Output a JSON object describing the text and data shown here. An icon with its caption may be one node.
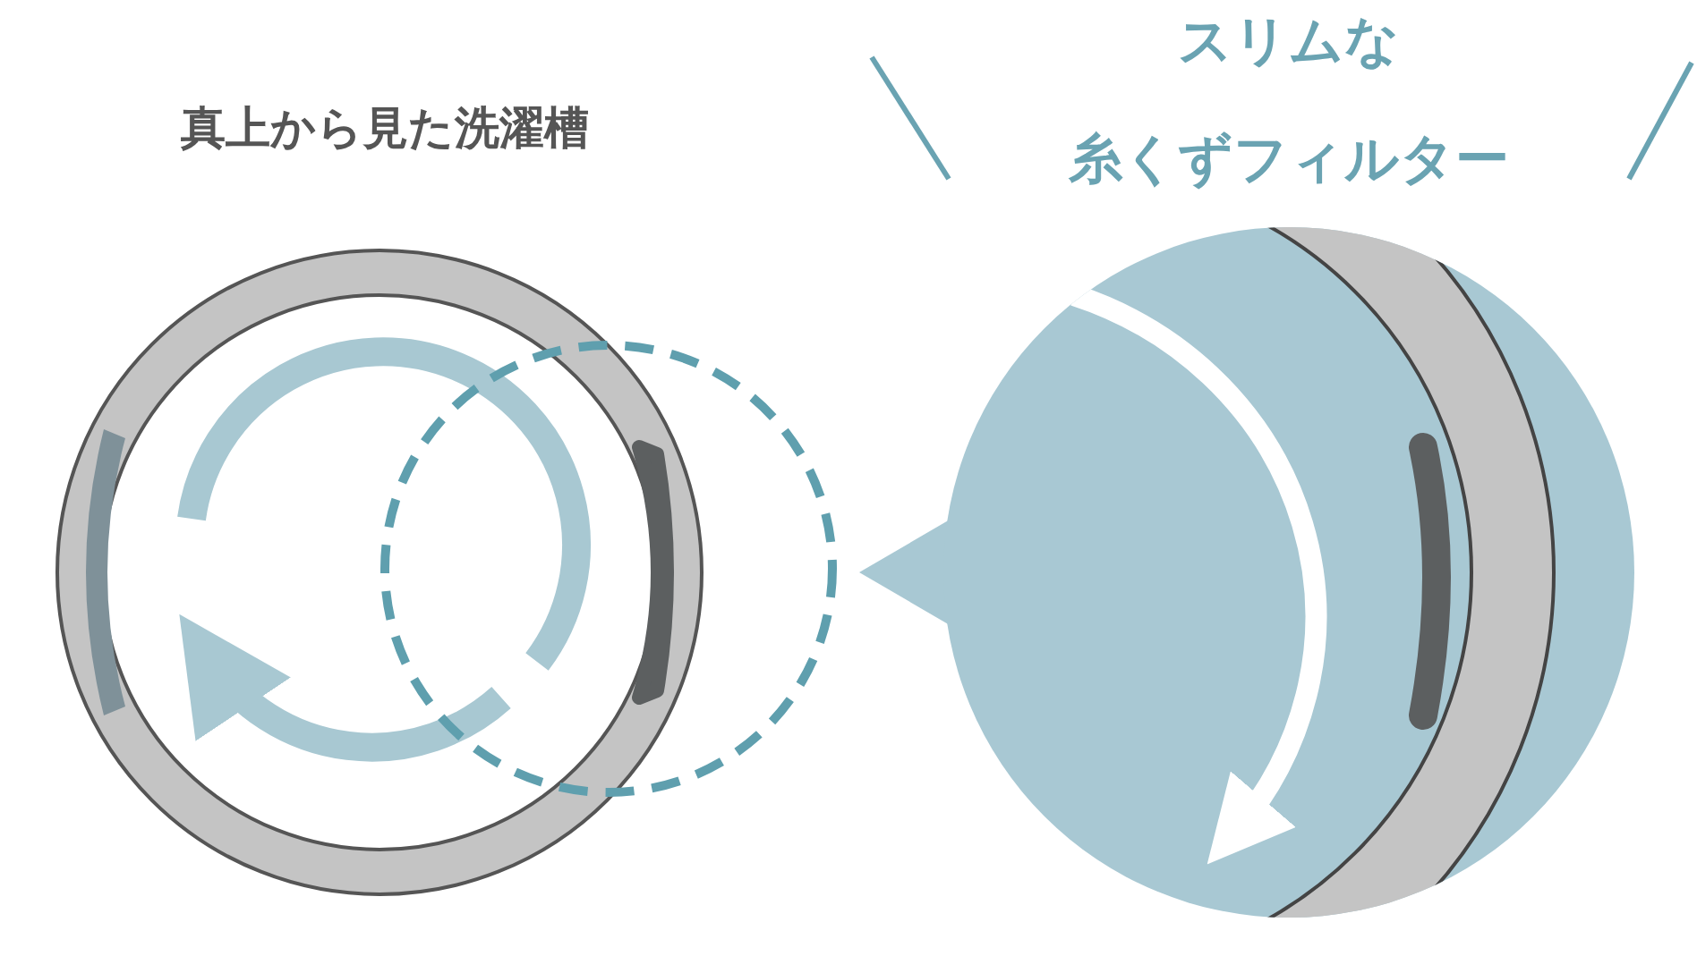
{
  "diagram": {
    "labels": [
      "真上から見た洗濯槽",
      "スリムな",
      "糸くずフィルター"
    ]
  }
}
